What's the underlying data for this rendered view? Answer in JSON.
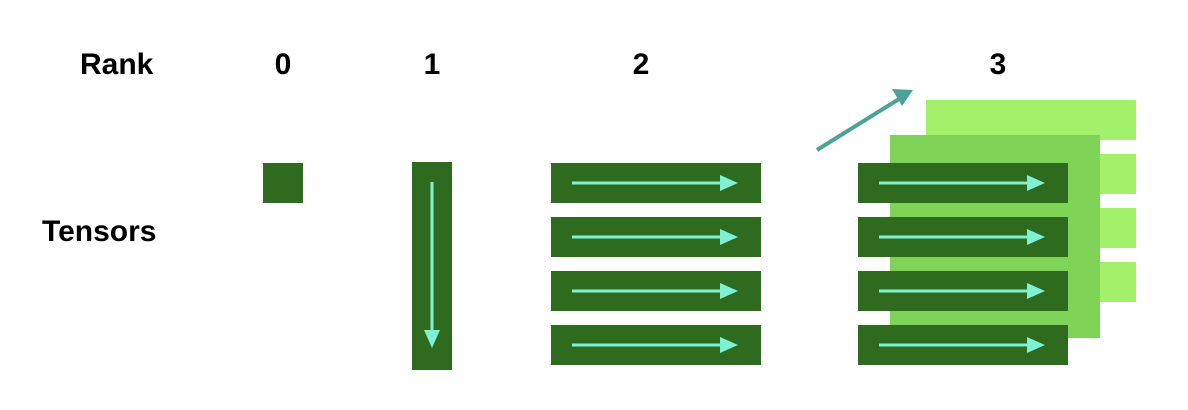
{
  "labels": {
    "rank": "Rank",
    "tensors": "Tensors"
  },
  "ranks": [
    "0",
    "1",
    "2",
    "3"
  ],
  "colors": {
    "dark_green": "#2e6b1f",
    "mid_green": "#7fd356",
    "light_green": "#a3f06a",
    "arrow_cyan": "#7ff0d4",
    "axis_arrow_teal": "#4aa396"
  }
}
